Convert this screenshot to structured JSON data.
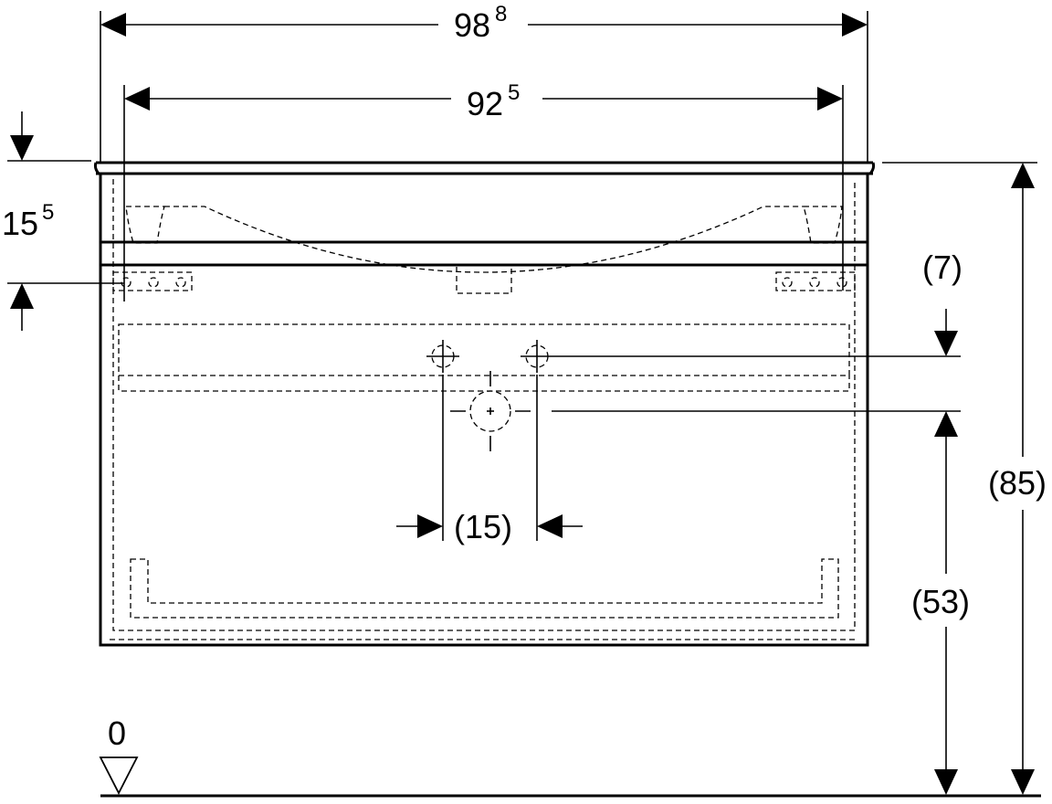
{
  "dimensions": {
    "overall_width": {
      "main": "98",
      "sup": "8"
    },
    "inner_width": {
      "main": "92",
      "sup": "5"
    },
    "top_thickness": {
      "main": "15",
      "sup": "5"
    },
    "upper_offset": "(7)",
    "total_height": "(85)",
    "drain_height": "(53)",
    "tap_spacing": "(15)",
    "floor_level": "0"
  }
}
